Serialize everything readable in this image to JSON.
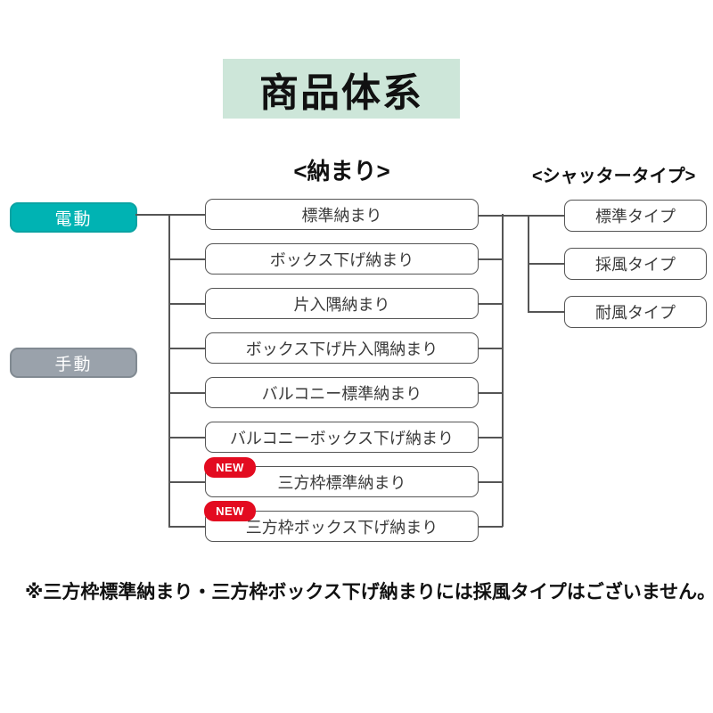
{
  "title": "商品体系",
  "headings": {
    "nakamari": "<納まり>",
    "shutter_type": "<シャッタータイプ>"
  },
  "drive_modes": [
    {
      "label": "電動"
    },
    {
      "label": "手動"
    }
  ],
  "badge": "NEW",
  "nakamari": {
    "items": [
      {
        "label": "標準納まり",
        "new": false
      },
      {
        "label": "ボックス下げ納まり",
        "new": false
      },
      {
        "label": "片入隅納まり",
        "new": false
      },
      {
        "label": "ボックス下げ片入隅納まり",
        "new": false
      },
      {
        "label": "バルコニー標準納まり",
        "new": false
      },
      {
        "label": "バルコニーボックス下げ納まり",
        "new": false
      },
      {
        "label": "三方枠標準納まり",
        "new": true
      },
      {
        "label": "三方枠ボックス下げ納まり",
        "new": true
      }
    ]
  },
  "shutter_types": {
    "items": [
      {
        "label": "標準タイプ"
      },
      {
        "label": "採風タイプ"
      },
      {
        "label": "耐風タイプ"
      }
    ]
  },
  "note": "※三方枠標準納まり・三方枠ボックス下げ納まりには採風タイプはございません。",
  "colors": {
    "electric_teal": "#00b3b3",
    "manual_gray": "#9aa2ab",
    "badge_red": "#e30b20",
    "title_bg_green": "#cde6d9",
    "line_gray": "#555555"
  }
}
